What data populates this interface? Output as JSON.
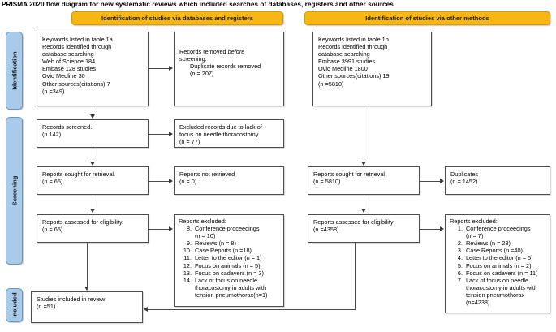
{
  "caption": "PRISMA 2020 flow diagram for new systematic reviews which included searches of databases, registers and other sources",
  "headers": {
    "databases": "Identification of studies via databases and registers",
    "other": "Identification of studies via other methods"
  },
  "stages": {
    "identification": "Identification",
    "screening": "Screening",
    "included": "Included"
  },
  "db_column": {
    "identification": {
      "lines": [
        "Keywords listed in table 1a",
        "Records identified through",
        "database searching",
        "Web of Science 184",
        "Embase 128 studies",
        "Ovid Medline 30",
        "Other sources(citations) 7",
        "(n =349)"
      ]
    },
    "removed": {
      "line1": "Records removed ",
      "line1_em": "before",
      "line2": "screening:",
      "line3": "Duplicate records removed",
      "line4": "(n = 207)"
    },
    "screened": {
      "lines": [
        "Records screened.",
        "(n 142)"
      ]
    },
    "excluded_screen": {
      "lines": [
        "Excluded records due to lack of",
        "focus on needle thoracostomy.",
        "(n = 77)"
      ]
    },
    "sought": {
      "lines": [
        "Reports sought for retrieval.",
        "(n = 65)"
      ]
    },
    "not_retrieved": {
      "lines": [
        "Reports not retrieved",
        "(n = 0)"
      ]
    },
    "assessed": {
      "lines": [
        "Reports assessed for eligibility.",
        "(n = 65)"
      ]
    },
    "excluded_reports": {
      "title": "Reports excluded:",
      "items": [
        {
          "num": "8.",
          "text": "Conference proceedings",
          "sub": "(n = 10)"
        },
        {
          "num": "9.",
          "text": "Reviews (n = 8)",
          "sub": ""
        },
        {
          "num": "10.",
          "text": "Case Reports (n =18)",
          "sub": ""
        },
        {
          "num": "11.",
          "text": "Letter to the editor (n = 1)",
          "sub": ""
        },
        {
          "num": "12.",
          "text": "Focus on animals (n = 5)",
          "sub": ""
        },
        {
          "num": "13.",
          "text": "Focus on cadavers (n = 3)",
          "sub": ""
        },
        {
          "num": "14.",
          "text": "Lack of focus on needle",
          "sub": "thoracostomy in adults  with\ntension pneumothorax(n=1)"
        }
      ]
    }
  },
  "other_column": {
    "identification": {
      "lines": [
        "Keywords listed in table 1b",
        "Records identified through",
        "database searching",
        "Embase 3991 studies",
        "Ovid Medline 1800",
        "Other sources(citations) 19",
        "(n =5810)"
      ]
    },
    "sought": {
      "lines": [
        "Reports sought for retrieval",
        "(n = 5810)"
      ]
    },
    "duplicates": {
      "lines": [
        "Duplicates",
        "(n = 1452)"
      ]
    },
    "assessed": {
      "lines": [
        "Reports assessed for eligibility",
        "(n =4358)"
      ]
    },
    "excluded_reports": {
      "title": "Reports excluded:",
      "items": [
        {
          "num": "1.",
          "text": "Conference proceedings",
          "sub": "(n = 7)"
        },
        {
          "num": "2.",
          "text": "Reviews (n = 23)",
          "sub": ""
        },
        {
          "num": "3.",
          "text": "Case Reports (n =40)",
          "sub": ""
        },
        {
          "num": "4.",
          "text": "Letter to the editor (n = 5)",
          "sub": ""
        },
        {
          "num": "5.",
          "text": "Focus on animals (n = 2)",
          "sub": ""
        },
        {
          "num": "6.",
          "text": "Focus on cadavers (n = 11)",
          "sub": ""
        },
        {
          "num": "7.",
          "text": "Lack of focus on needle",
          "sub": "thoracostomy in adults  with\ntension pneumothorax\n(n=4238)"
        }
      ]
    }
  },
  "included_box": {
    "lines": [
      "Studies included in review",
      "(n =51)"
    ]
  },
  "colors": {
    "header_fill": "#f7b712",
    "stage_fill": "#a8cbeb",
    "box_border": "#4d4d4d",
    "connector": "#4a4a4a"
  }
}
